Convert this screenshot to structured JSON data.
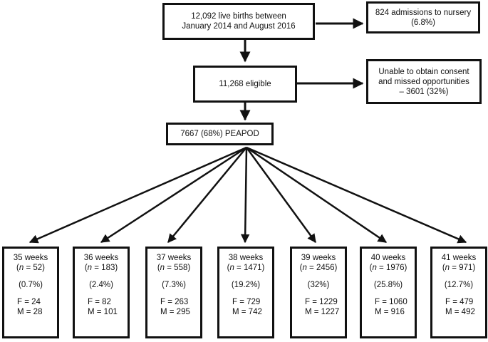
{
  "boxes": {
    "births": [
      "12,092 live births between",
      "January 2014 and August 2016"
    ],
    "nursery": [
      "824 admissions to nursery",
      "(6.8%)"
    ],
    "eligible": "11,268 eligible",
    "consent": [
      "Unable to obtain consent",
      "and missed opportunities",
      "– 3601 (32%)"
    ],
    "peapod": "7667 (68%) PEAPOD"
  },
  "weeks": [
    {
      "label": "35 weeks",
      "n_prefix": "(",
      "n_var": "n",
      "n_value": " = 52)",
      "pct": "(0.7%)",
      "f": "F = 24",
      "m": "M = 28"
    },
    {
      "label": "36 weeks",
      "n_prefix": "(",
      "n_var": "n",
      "n_value": " = 183)",
      "pct": "(2.4%)",
      "f": "F = 82",
      "m": "M = 101"
    },
    {
      "label": "37 weeks",
      "n_prefix": "(",
      "n_var": "n",
      "n_value": " = 558)",
      "pct": "(7.3%)",
      "f": "F = 263",
      "m": "M = 295"
    },
    {
      "label": "38 weeks",
      "n_prefix": "(",
      "n_var": "n",
      "n_value": " = 1471)",
      "pct": "(19.2%)",
      "f": "F = 729",
      "m": "M = 742"
    },
    {
      "label": "39 weeks",
      "n_prefix": "(",
      "n_var": "n",
      "n_value": " = 2456)",
      "pct": "(32%)",
      "f": "F = 1229",
      "m": "M = 1227"
    },
    {
      "label": "40 weeks",
      "n_prefix": "(",
      "n_var": "n",
      "n_value": " = 1976)",
      "pct": "(25.8%)",
      "f": "F = 1060",
      "m": "M = 916"
    },
    {
      "label": "41 weeks",
      "n_prefix": "(",
      "n_var": "n",
      "n_value": " = 971)",
      "pct": "(12.7%)",
      "f": "F = 479",
      "m": "M = 492"
    }
  ]
}
